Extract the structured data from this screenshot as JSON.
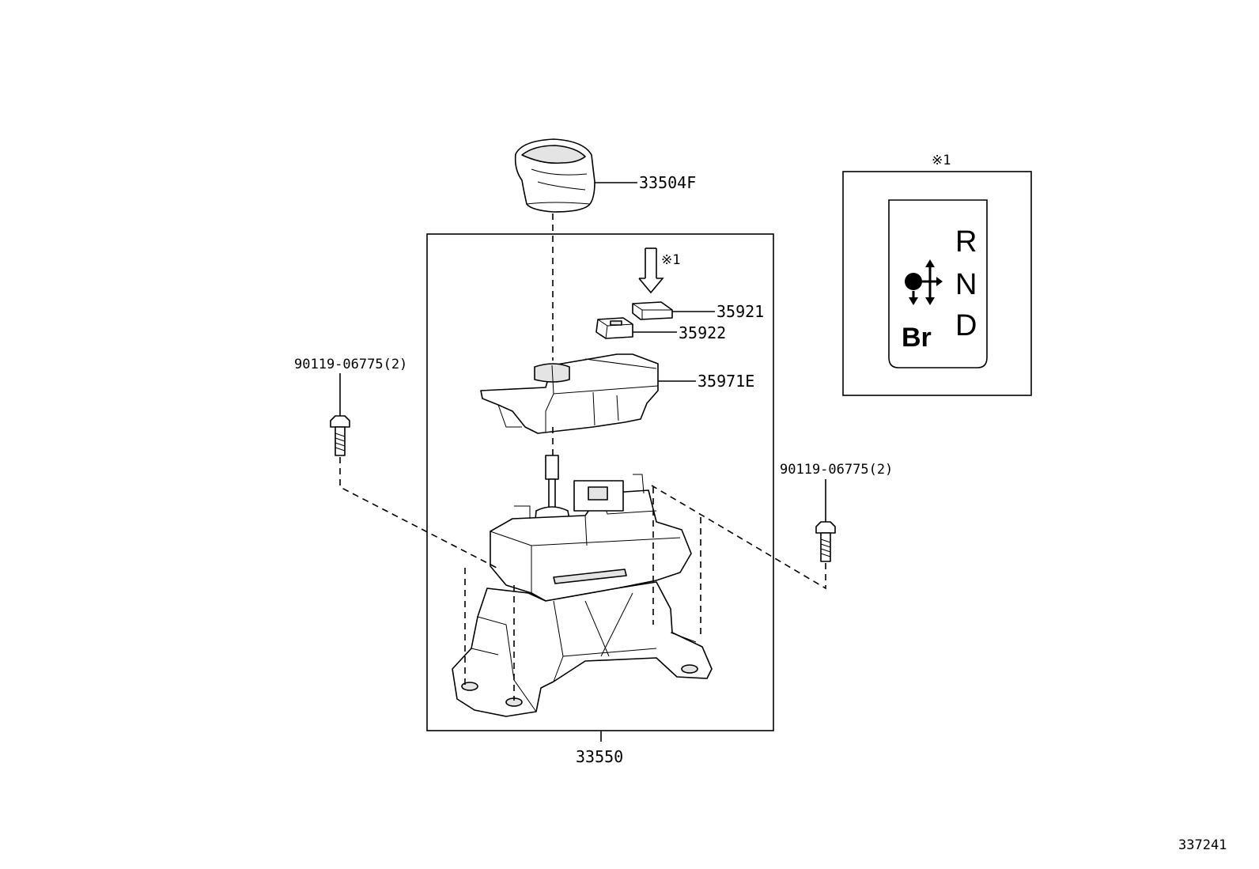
{
  "labels": {
    "knob": "33504F",
    "cover_top": "35921",
    "cover_bottom": "35922",
    "housing": "35971E",
    "bolt_left": "90119-06775(2)",
    "bolt_right": "90119-06775(2)",
    "assembly": "33550",
    "ref_mark_arrow": "※1",
    "ref_mark_inset": "※1",
    "figure_id": "337241"
  },
  "indicator": {
    "r": "R",
    "n": "N",
    "d": "D",
    "br": "Br"
  }
}
